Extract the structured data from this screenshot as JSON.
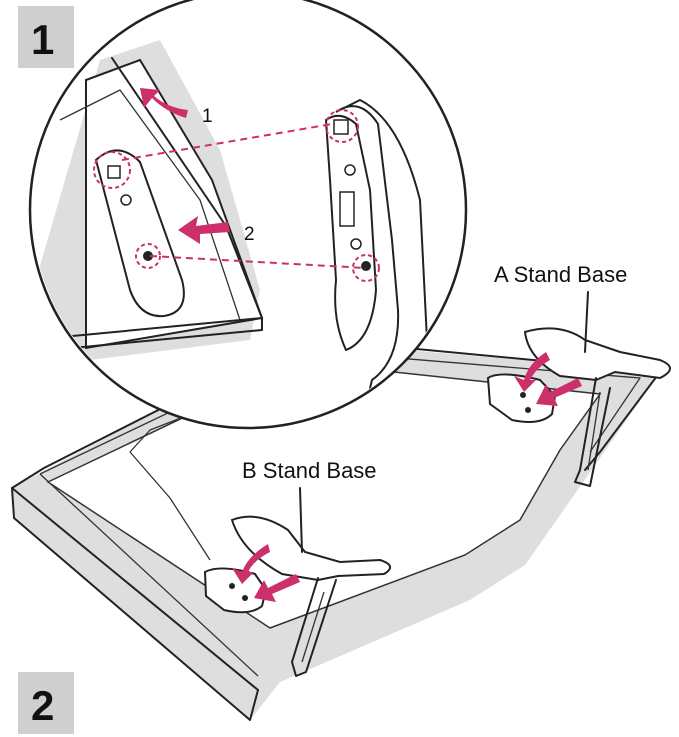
{
  "steps": {
    "step1": "1",
    "step2": "2"
  },
  "callouts": {
    "a_stand_base": "A Stand Base",
    "b_stand_base": "B Stand Base"
  },
  "zoom_arrows": {
    "arrow1": "1",
    "arrow2": "2"
  },
  "colors": {
    "accent": "#cc2f6a",
    "step_box": "#cfcfcf",
    "line": "#222222",
    "shade": "#dedede"
  },
  "icons": [
    "magnifier-circle",
    "curved-arrow",
    "straight-arrow",
    "screw-hole"
  ]
}
